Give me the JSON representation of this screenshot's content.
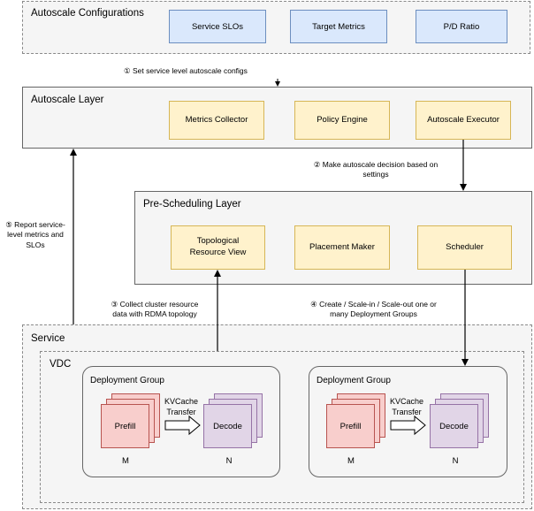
{
  "autoscale_config": {
    "title": "Autoscale Configurations",
    "items": [
      "Service SLOs",
      "Target Metrics",
      "P/D Ratio"
    ]
  },
  "autoscale_layer": {
    "title": "Autoscale Layer",
    "items": [
      "Metrics Collector",
      "Policy Engine",
      "Autoscale Executor"
    ]
  },
  "prescheduling_layer": {
    "title": "Pre-Scheduling Layer",
    "items": [
      "Topological\nResource View",
      "Placement Maker",
      "Scheduler"
    ]
  },
  "service": {
    "title": "Service",
    "vdc_title": "VDC",
    "groups": [
      {
        "title": "Deployment Group",
        "prefill": "Prefill",
        "decode": "Decode",
        "transfer": "KVCache\nTransfer",
        "m": "M",
        "n": "N"
      },
      {
        "title": "Deployment Group",
        "prefill": "Prefill",
        "decode": "Decode",
        "transfer": "KVCache\nTransfer",
        "m": "M",
        "n": "N"
      }
    ]
  },
  "steps": {
    "step1": "① Set service level autoscale configs",
    "step2": "② Make autoscale decision based on\nsettings",
    "step3": "③ Collect cluster resource\ndata with RDMA topology",
    "step4": "④ Create / Scale-in / Scale-out one or\nmany Deployment Groups",
    "step5": "⑤ Report service-\nlevel metrics and\nSLOs"
  }
}
